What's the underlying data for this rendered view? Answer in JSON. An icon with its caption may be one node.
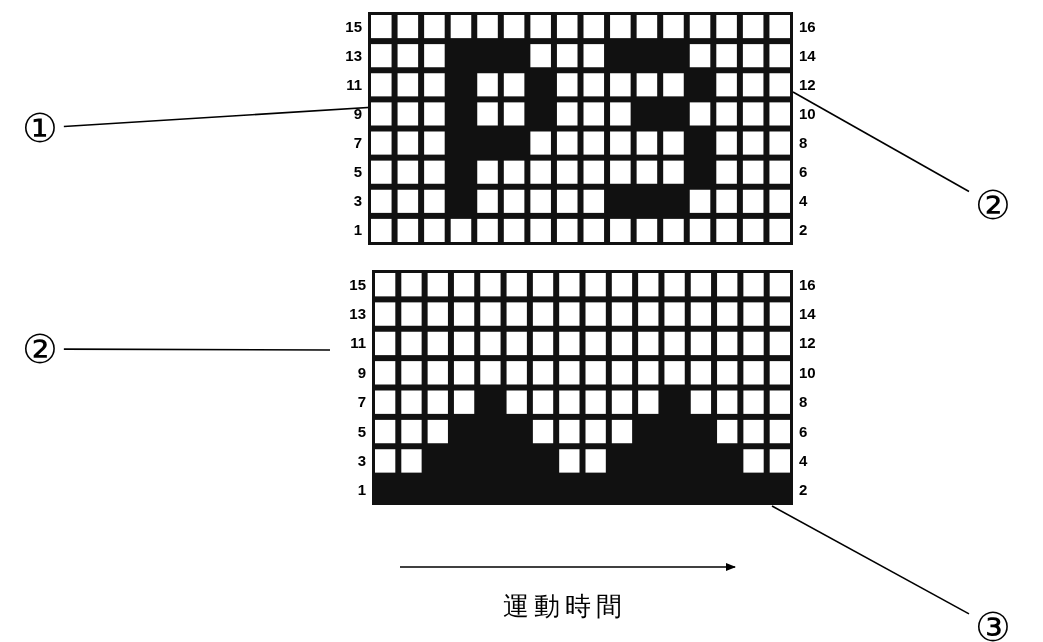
{
  "diagram": {
    "nodes": [
      {
        "text": [
          "①"
        ]
      },
      {
        "text": [],
        "shape": "grid",
        "beside": [
          "15",
          "16",
          "13",
          "14",
          "11",
          "12",
          "9",
          "10",
          "7",
          "8",
          "5",
          "6",
          "3",
          "4",
          "1",
          "2"
        ]
      },
      {
        "text": [
          "②"
        ]
      },
      {
        "text": [
          "②"
        ]
      },
      {
        "text": [],
        "shape": "grid",
        "beside": [
          "15",
          "16",
          "13",
          "14",
          "11",
          "12",
          "9",
          "10",
          "7",
          "8",
          "5",
          "6",
          "3",
          "4",
          "1",
          "2"
        ]
      },
      {
        "text": [
          "③"
        ]
      }
    ],
    "edges": [
      {
        "from": 0,
        "to": 1,
        "arrow": "none"
      },
      {
        "from": 2,
        "to": 1,
        "arrow": "none"
      },
      {
        "from": 3,
        "to": null,
        "arrow": "none"
      },
      {
        "from": 5,
        "to": 4,
        "arrow": "none"
      }
    ],
    "labels": [
      "運動時間"
    ]
  }
}
